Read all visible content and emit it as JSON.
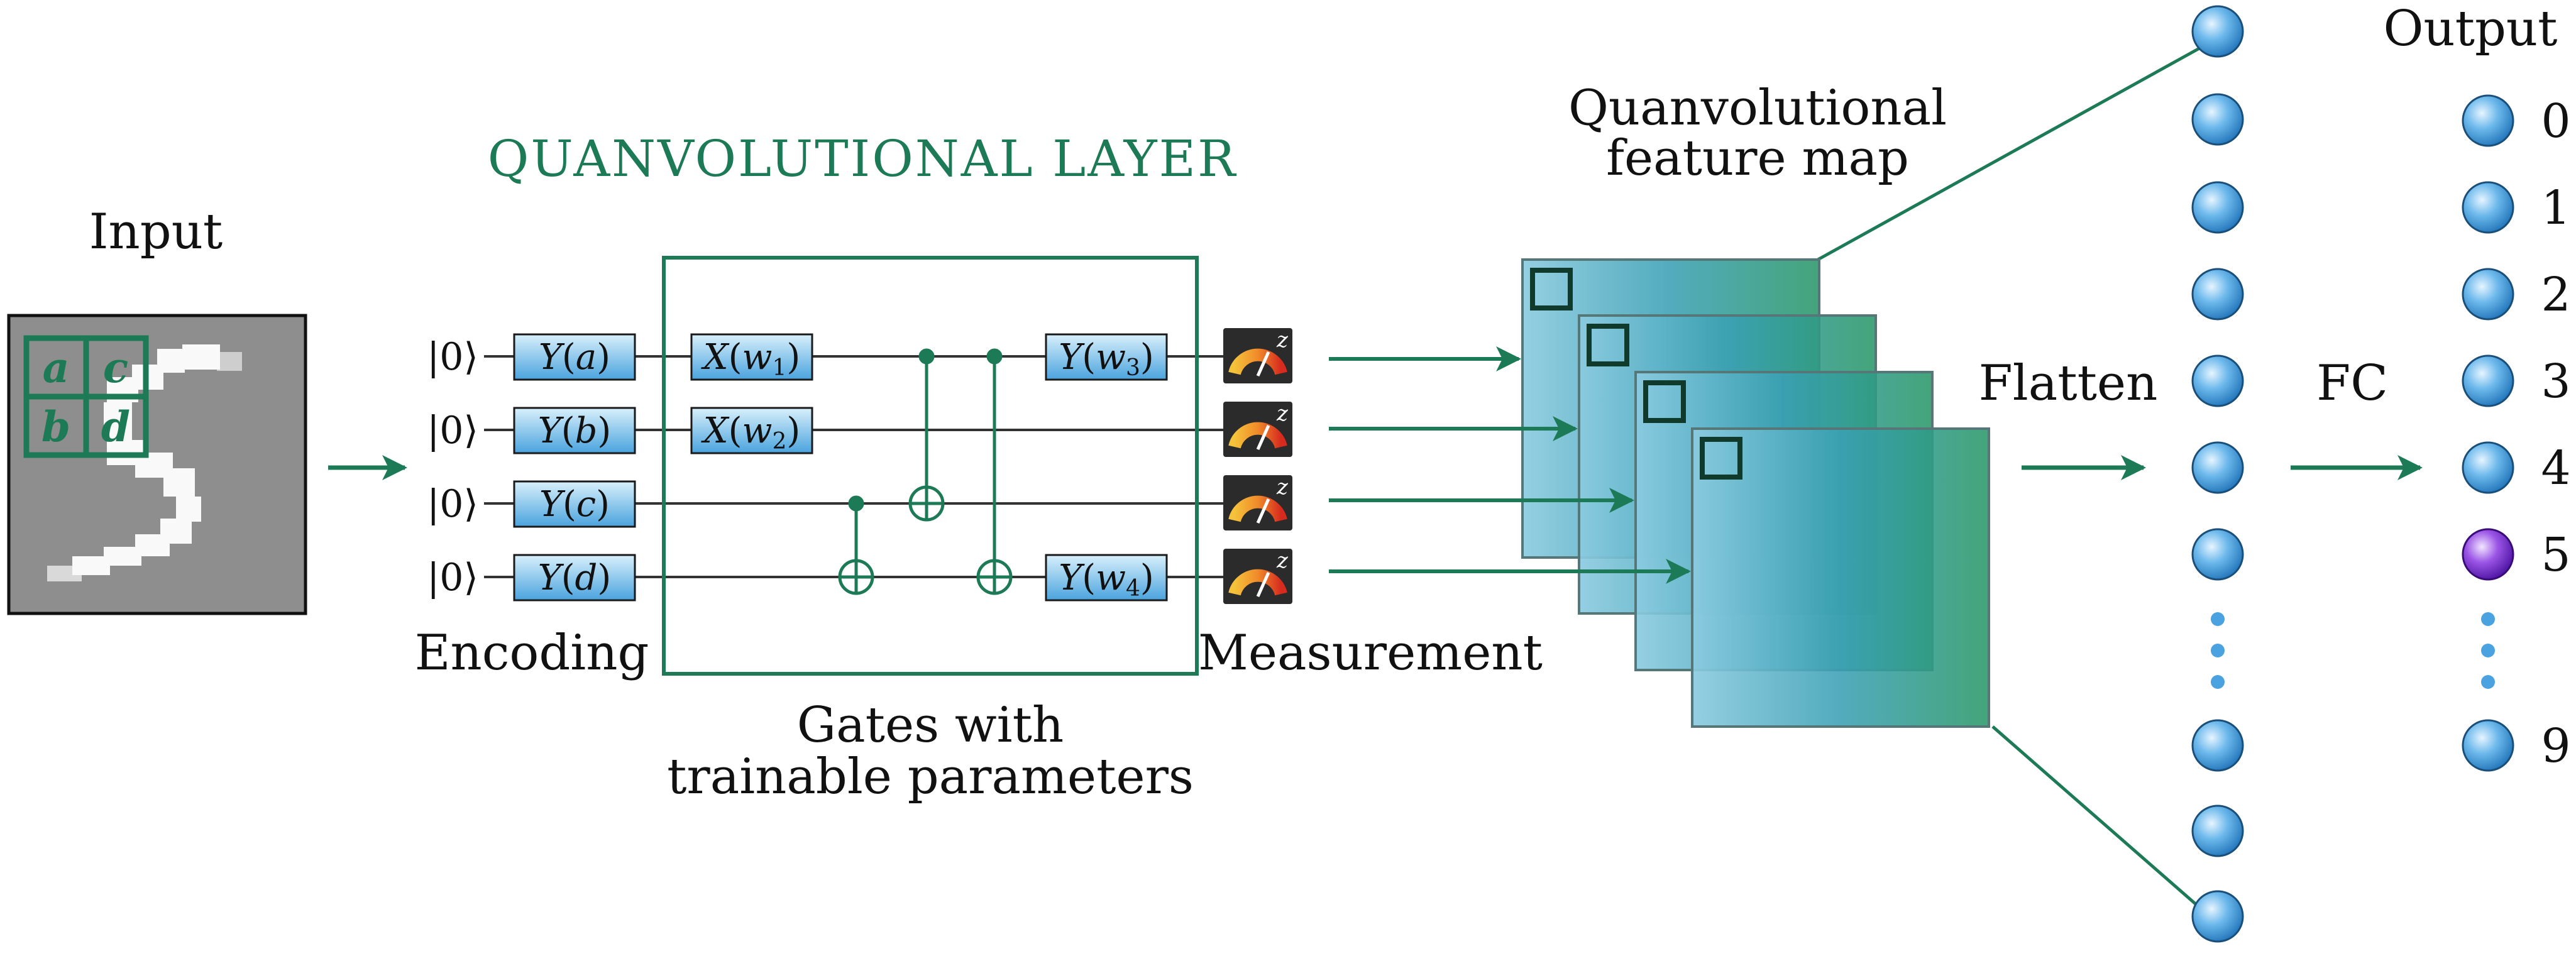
{
  "labels": {
    "input": "Input",
    "title": "QUANVOLUTIONAL LAYER",
    "feature_map_line1": "Quanvolutional",
    "feature_map_line2": "feature map",
    "encoding": "Encoding",
    "measurement": "Measurement",
    "gates_line1": "Gates with",
    "gates_line2": "trainable parameters",
    "flatten": "Flatten",
    "fc": "FC",
    "output": "Output"
  },
  "pixels": [
    "a",
    "c",
    "b",
    "d"
  ],
  "qubits": [
    "|0⟩",
    "|0⟩",
    "|0⟩",
    "|0⟩"
  ],
  "encoding_gates": [
    {
      "name": "Y",
      "arg": "a"
    },
    {
      "name": "Y",
      "arg": "b"
    },
    {
      "name": "Y",
      "arg": "c"
    },
    {
      "name": "Y",
      "arg": "d"
    }
  ],
  "param_gates": [
    {
      "name": "X",
      "param": "w",
      "sub": "1"
    },
    {
      "name": "X",
      "param": "w",
      "sub": "2"
    },
    {
      "name": "Y",
      "param": "w",
      "sub": "3"
    },
    {
      "name": "Y",
      "param": "w",
      "sub": "4"
    }
  ],
  "meter_label": "z",
  "outputs": [
    "0",
    "1",
    "2",
    "3",
    "4",
    "5",
    "9"
  ],
  "highlighted_output": "5",
  "colors": {
    "accent": "#1d7a56",
    "gate_fill_top": "#cfeaf8",
    "gate_fill_bottom": "#4fa8dc",
    "node": "#4aa3e0",
    "node_highlight": "#7b2fd0",
    "map_left": "#7fc4dc",
    "map_right": "#2a9a6e",
    "input_bg": "#8e8e8e"
  }
}
